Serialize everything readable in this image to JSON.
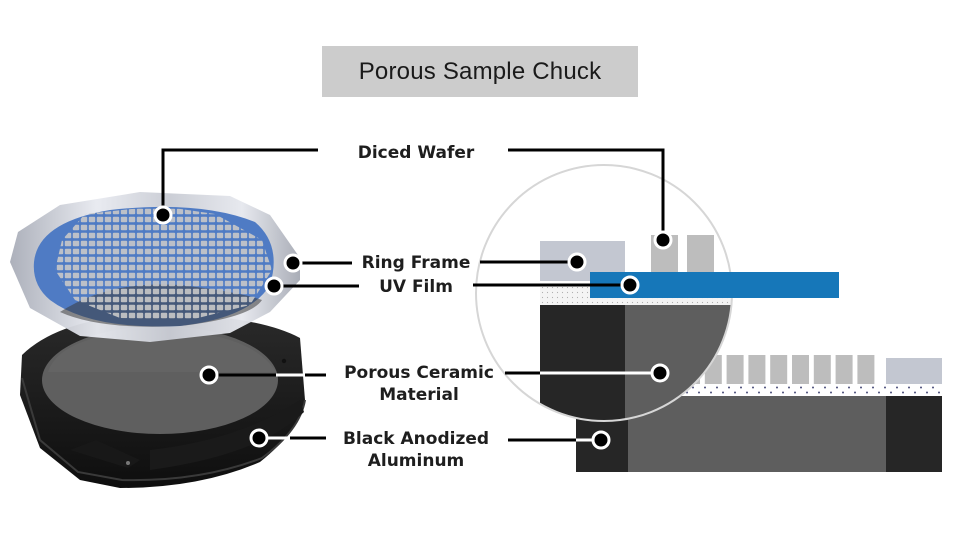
{
  "title": "Porous Sample Chuck",
  "labels": {
    "diced_wafer": "Diced Wafer",
    "ring_frame": "Ring Frame",
    "uv_film": "UV Film",
    "porous_ceramic_line1": "Porous Ceramic",
    "porous_ceramic_line2": "Material",
    "black_anodized_line1": "Black Anodized",
    "black_anodized_line2": "Aluminum"
  },
  "colors": {
    "title_bg": "#cccccc",
    "uv_film_blue": "#4f7bc4",
    "uv_film_cross_section": "#1677b9",
    "ring_frame": "#c3c7d1",
    "wafer_die": "#bdbdbd",
    "porous_ceramic": "#5e5e5e",
    "aluminum": "#262626",
    "leader_line": "#000000"
  },
  "cross_section": {
    "die_count_right": 9
  }
}
